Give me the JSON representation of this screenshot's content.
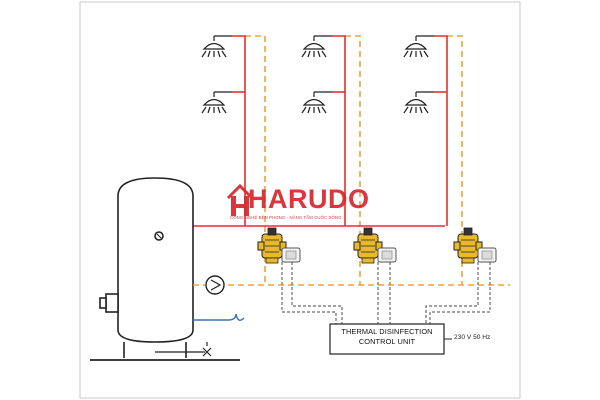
{
  "brand": {
    "name": "HARUDO",
    "tagline": "CÔNG NGHỆ BÊN PHONG - NÂNG TẦM CUỘC SỐNG",
    "primary_color": "#d7262c",
    "secondary_color": "#6b6b6b"
  },
  "control_unit": {
    "line1": "THERMAL DISINFECTION",
    "line2": "CONTROL UNIT"
  },
  "power_label": "230 V  50 Hz",
  "colors": {
    "hot_water_pipe": "#e0312f",
    "return_pipe": "#f0a23a",
    "signal_cable": "#6b6b6b",
    "cold_water_pipe": "#3a6fb0",
    "valve_body": "#e9b92b",
    "tank_outline": "#222222"
  },
  "components": {
    "showers": 6,
    "valves": 3,
    "pump": "circulation-pump-icon",
    "tank": "hot-water-tank"
  }
}
